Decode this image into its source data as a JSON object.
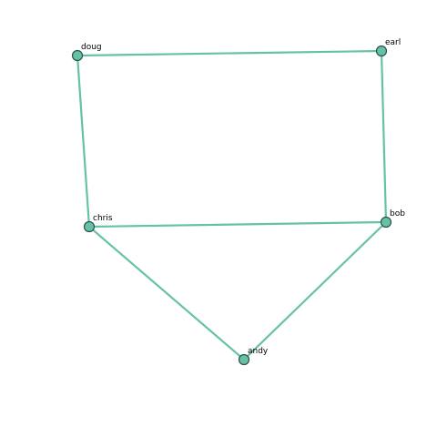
{
  "graph": {
    "edge_color": "#66c2a5",
    "node_color": "#66c2a5",
    "node_outline_color": "#2f4f4f",
    "label_color": "#000000",
    "nodes": [
      {
        "id": "doug",
        "label": "doug"
      },
      {
        "id": "earl",
        "label": "earl"
      },
      {
        "id": "chris",
        "label": "chris"
      },
      {
        "id": "bob",
        "label": "bob"
      },
      {
        "id": "andy",
        "label": "andy"
      }
    ],
    "edges": [
      {
        "source": "doug",
        "target": "earl"
      },
      {
        "source": "doug",
        "target": "chris"
      },
      {
        "source": "earl",
        "target": "bob"
      },
      {
        "source": "chris",
        "target": "bob"
      },
      {
        "source": "chris",
        "target": "andy"
      },
      {
        "source": "bob",
        "target": "andy"
      }
    ]
  }
}
